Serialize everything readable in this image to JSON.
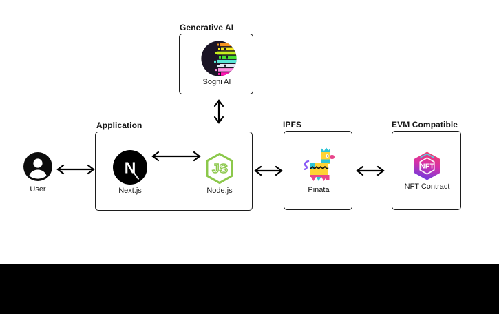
{
  "groups": {
    "generative_ai": {
      "label": "Generative AI",
      "items": [
        {
          "label": "Sogni AI"
        }
      ]
    },
    "application": {
      "label": "Application",
      "items": [
        {
          "label": "Next.js",
          "icon_text": "N"
        },
        {
          "label": "Node.js",
          "icon_text": "JS"
        }
      ]
    },
    "ipfs": {
      "label": "IPFS",
      "items": [
        {
          "label": "Pinata"
        }
      ]
    },
    "evm": {
      "label": "EVM Compatible",
      "items": [
        {
          "label": "NFT Contract",
          "icon_text": "NFT"
        }
      ]
    }
  },
  "actors": {
    "user": {
      "label": "User"
    }
  },
  "connections": [
    {
      "from": "User",
      "to": "Application",
      "type": "bidirectional"
    },
    {
      "from": "Next.js",
      "to": "Node.js",
      "type": "bidirectional"
    },
    {
      "from": "Application",
      "to": "Sogni AI (Generative AI)",
      "type": "bidirectional"
    },
    {
      "from": "Application",
      "to": "Pinata (IPFS)",
      "type": "bidirectional"
    },
    {
      "from": "Pinata (IPFS)",
      "to": "NFT Contract (EVM Compatible)",
      "type": "bidirectional"
    }
  ],
  "colors": {
    "background": "#ffffff",
    "footer_black": "#000000",
    "box_border": "#1c1c1c",
    "text": "#161616",
    "nodejs_green": "#8CC84B",
    "nextjs_black": "#000000",
    "sogni_dark": "#1B1526",
    "sogni_stripes": [
      "#F6921E",
      "#F4EA1F",
      "#C8F01D",
      "#47E12E",
      "#5BE6D9",
      "#E4E9F7",
      "#FF8FE3",
      "#FF17B2"
    ],
    "pinata_yellow": "#FFD335",
    "pinata_cyan": "#2EC4D6",
    "pinata_pink": "#E8468B",
    "pinata_purple": "#8B5CF6",
    "nft_gradient": [
      "#F0416E",
      "#D631A8",
      "#6B3BE0"
    ],
    "nft_top_accent": "#4DD6E8"
  }
}
